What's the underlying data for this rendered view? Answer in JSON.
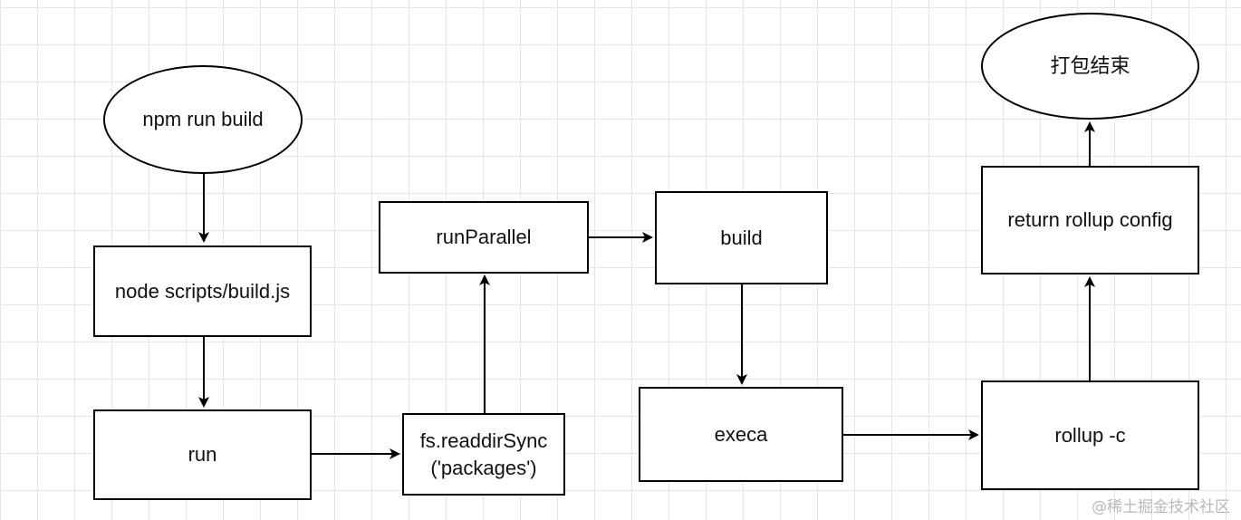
{
  "nodes": {
    "start": "npm run build",
    "node_scripts": "node scripts/build.js",
    "run": "run",
    "readdir": "fs.readdirSync\n('packages')",
    "run_parallel": "runParallel",
    "build": "build",
    "execa": "execa",
    "rollup_c": "rollup -c",
    "return_config": "return rollup config",
    "end": "打包结束"
  },
  "watermark": "@稀土掘金技术社区"
}
